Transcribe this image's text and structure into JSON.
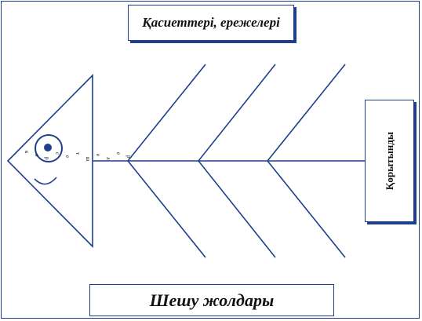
{
  "diagram": {
    "title": "Қасиеттері, ережелері",
    "conclusion": "Қорытынды",
    "solution": "Шешу жолдары",
    "head_letters": [
      "к",
      "ө",
      "р",
      "с",
      "е",
      "т",
      "ш",
      "е",
      "л",
      "е",
      "р"
    ]
  },
  "colors": {
    "line": "#1f3f8c",
    "text": "#111111"
  }
}
